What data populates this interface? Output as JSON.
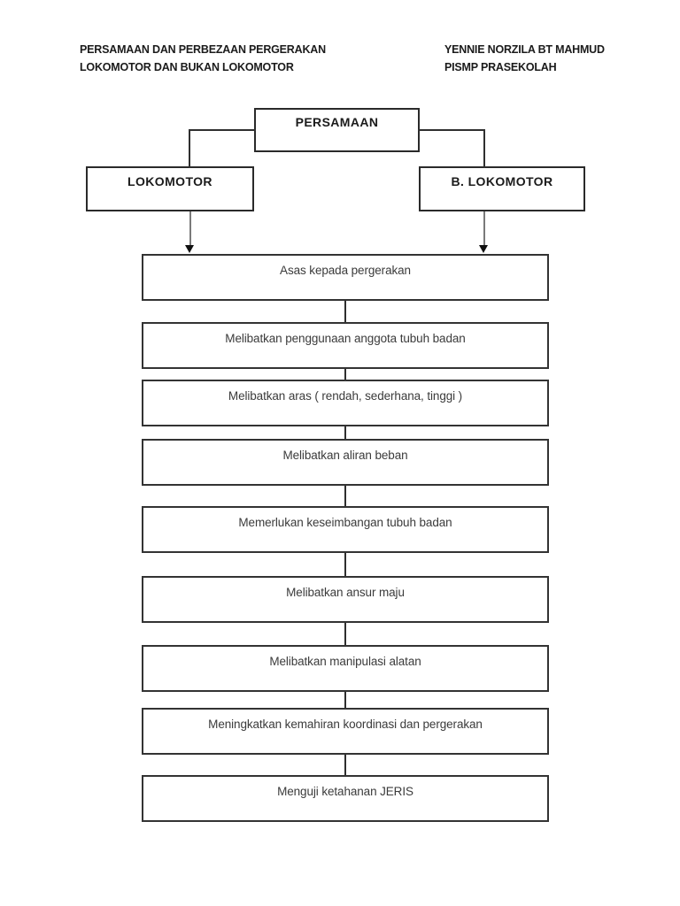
{
  "header": {
    "title_line1": "PERSAMAAN DAN PERBEZAAN PERGERAKAN",
    "title_line2": "LOKOMOTOR DAN BUKAN LOKOMOTOR",
    "author_line1": "YENNIE NORZILA BT MAHMUD",
    "author_line2": "PISMP PRASEKOLAH"
  },
  "diagram": {
    "root_label": "PERSAMAAN",
    "left_branch_label": "LOKOMOTOR",
    "right_branch_label": "B. LOKOMOTOR",
    "items": [
      "Asas kepada pergerakan",
      "Melibatkan penggunaan anggota tubuh badan",
      "Melibatkan aras ( rendah, sederhana, tinggi )",
      "Melibatkan aliran beban",
      "Memerlukan keseimbangan tubuh badan",
      "Melibatkan ansur maju",
      "Melibatkan manipulasi alatan",
      "Meningkatkan kemahiran koordinasi dan pergerakan",
      "Menguji ketahanan JERIS"
    ]
  },
  "icons": {
    "arrow_down": "▼"
  },
  "colors": {
    "background": "#ffffff",
    "box_border": "#2e2e2e",
    "item_text": "#3b3b3b",
    "heading_text": "#1b1b1b",
    "arrow": "#101010"
  }
}
